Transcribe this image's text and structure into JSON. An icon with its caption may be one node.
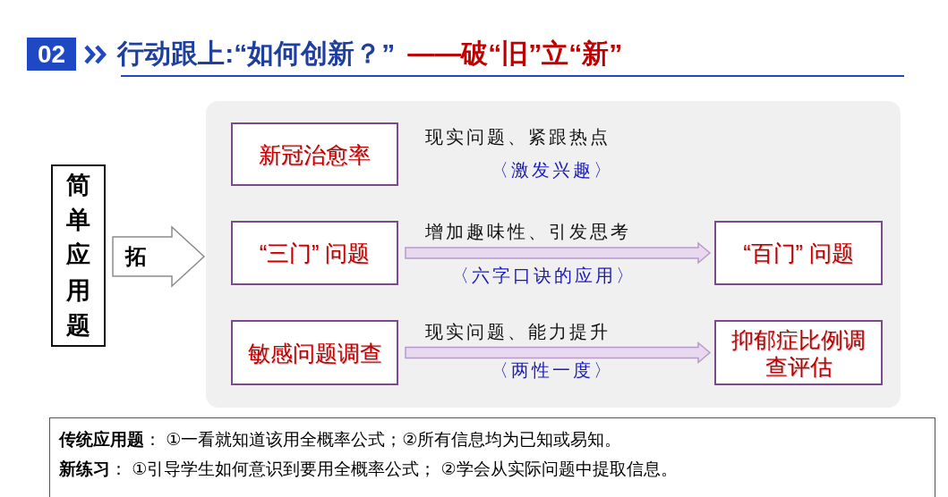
{
  "diagram": {
    "title": "行动跟上:“如何创新？”",
    "nodes": [
      {
        "text": [],
        "shape": "box"
      },
      {
        "text": [
          "简单应用题"
        ]
      },
      {
        "text": [
          "新冠治愈率"
        ],
        "in": 0
      },
      {
        "text": [
          "“三门” 问题"
        ],
        "in": 0
      },
      {
        "text": [
          "“百门” 问题"
        ],
        "in": 0
      },
      {
        "text": [
          "敏感问题调查"
        ],
        "in": 0
      },
      {
        "text": [
          "抑郁症比例调查评估"
        ],
        "in": 0
      },
      {
        "text": [
          "**传统应用题**： ①一看就知道该用全概率公式；②所有信息均为已知或易知。",
          "**新练习**： ①引导学生如何意识到要用全概率公式； ②学会从实际问题中提取信息。"
        ]
      }
    ],
    "edges": [
      {
        "from": 1,
        "to": 0,
        "arrow": "to",
        "label": "拓",
        "style": "thick",
        "color": "#8c8c8c"
      },
      {
        "from": 3,
        "to": 4,
        "arrow": "to",
        "label": "增加趣味性、引发思考",
        "style": "thick"
      },
      {
        "from": 5,
        "to": 6,
        "arrow": "to",
        "label": "现实问题、能力提升",
        "style": "thick"
      }
    ],
    "labels": [
      "02",
      "——破“旧”立“新”",
      "现实问题、紧跟热点",
      "〈激发兴趣〉",
      "〈六字口诀的应用〉",
      "〈两性一度〉"
    ]
  }
}
